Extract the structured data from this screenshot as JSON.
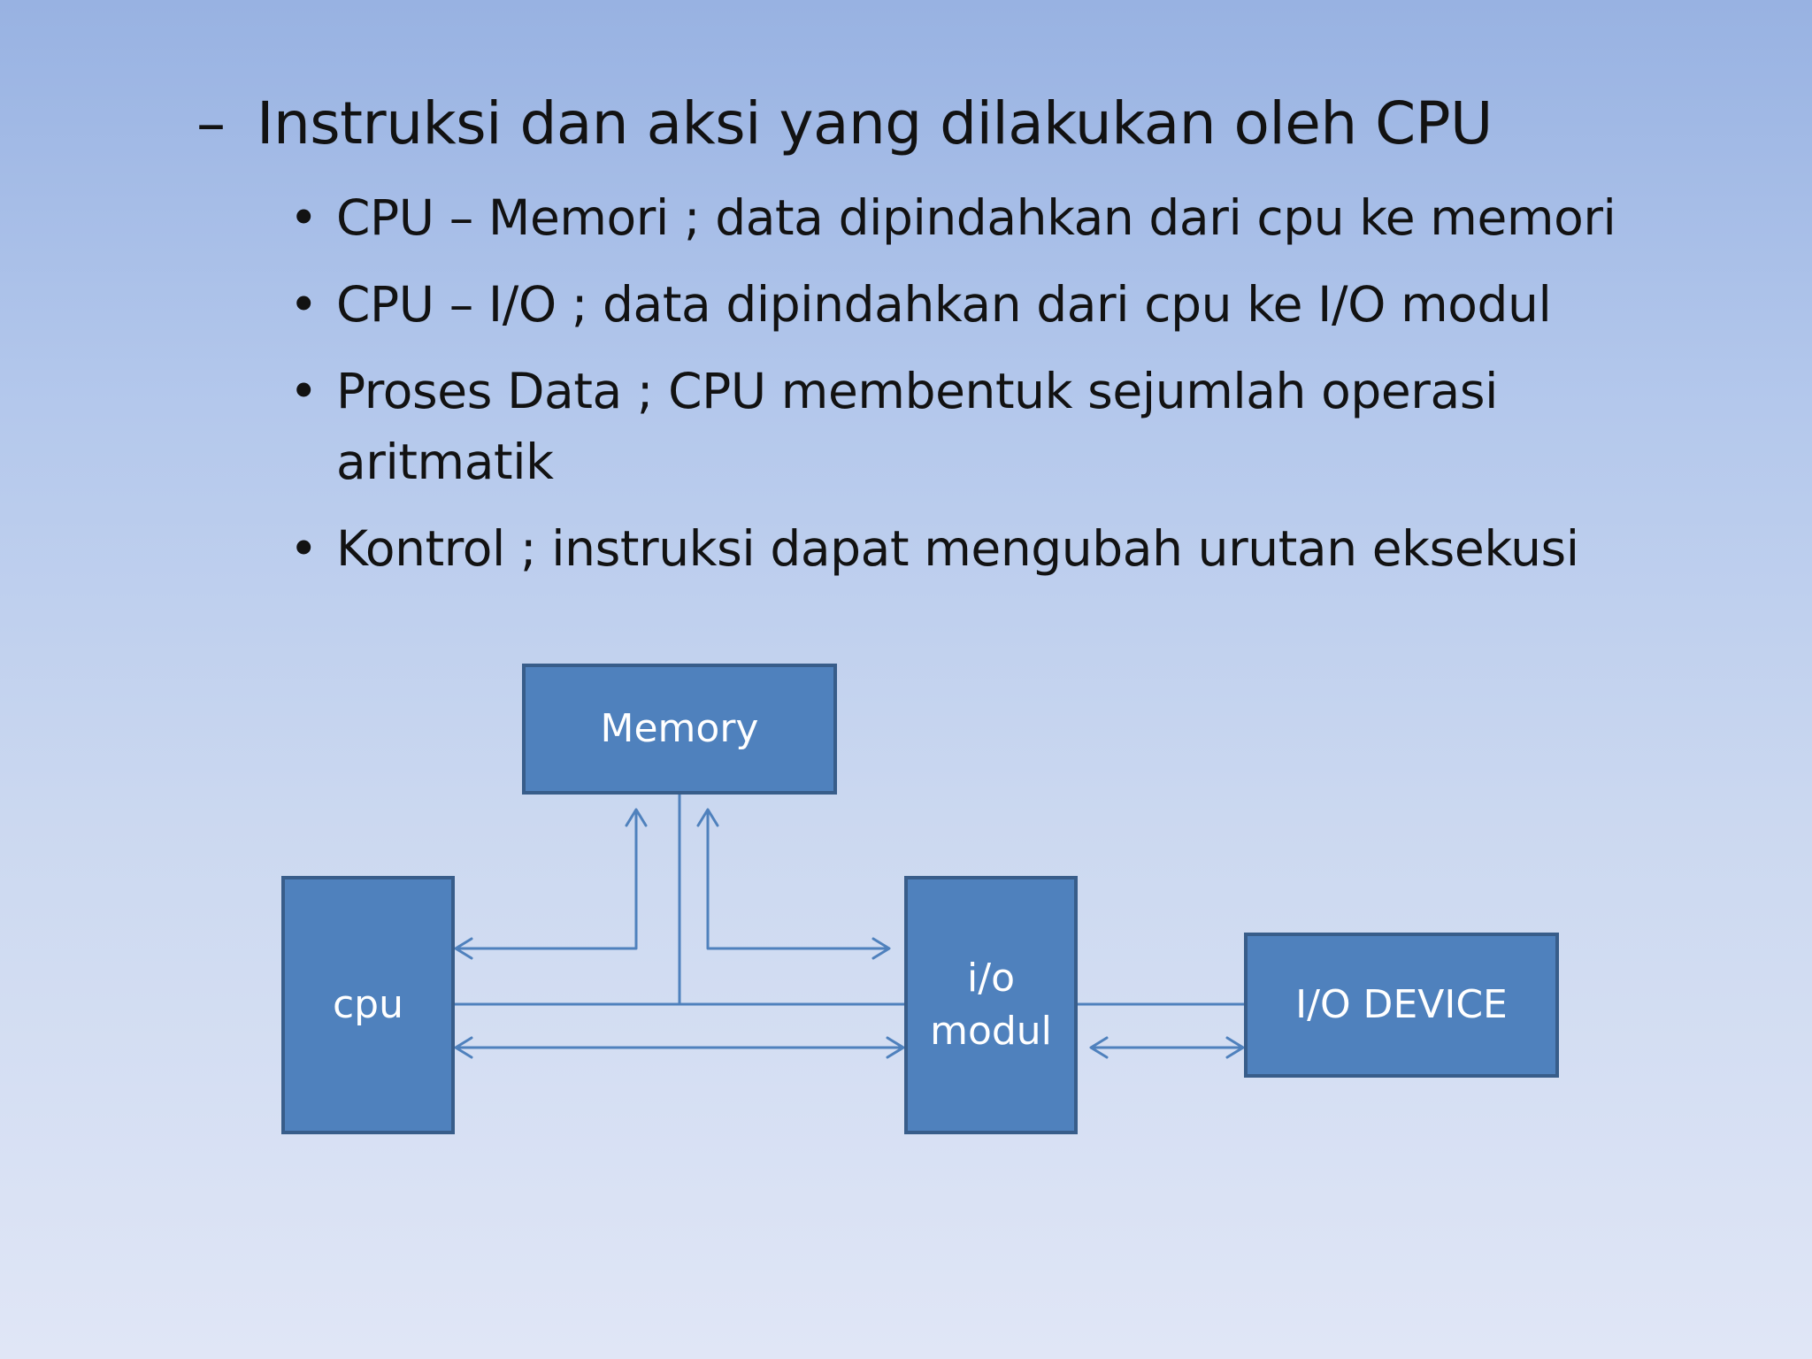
{
  "slide": {
    "heading": {
      "dash": "–",
      "text": "Instruksi dan aksi yang dilakukan oleh CPU"
    },
    "bullet_glyph": "•",
    "bullets": [
      {
        "text": "CPU – Memori ; data dipindahkan dari cpu ke memori"
      },
      {
        "text": "CPU – I/O ; data dipindahkan dari cpu ke I/O modul"
      },
      {
        "text": "Proses Data ; CPU membentuk sejumlah operasi aritmatik"
      },
      {
        "text": "Kontrol ; instruksi dapat mengubah urutan eksekusi"
      }
    ]
  },
  "diagram": {
    "nodes": {
      "memory": "Memory",
      "cpu": "cpu",
      "io_modul_line1": "i/o",
      "io_modul_line2": "modul",
      "io_device": "I/O DEVICE"
    },
    "colors": {
      "box_fill": "#4f81bd",
      "box_border": "#385d8a",
      "connector": "#4f81bd",
      "box_text": "#ffffff"
    }
  }
}
